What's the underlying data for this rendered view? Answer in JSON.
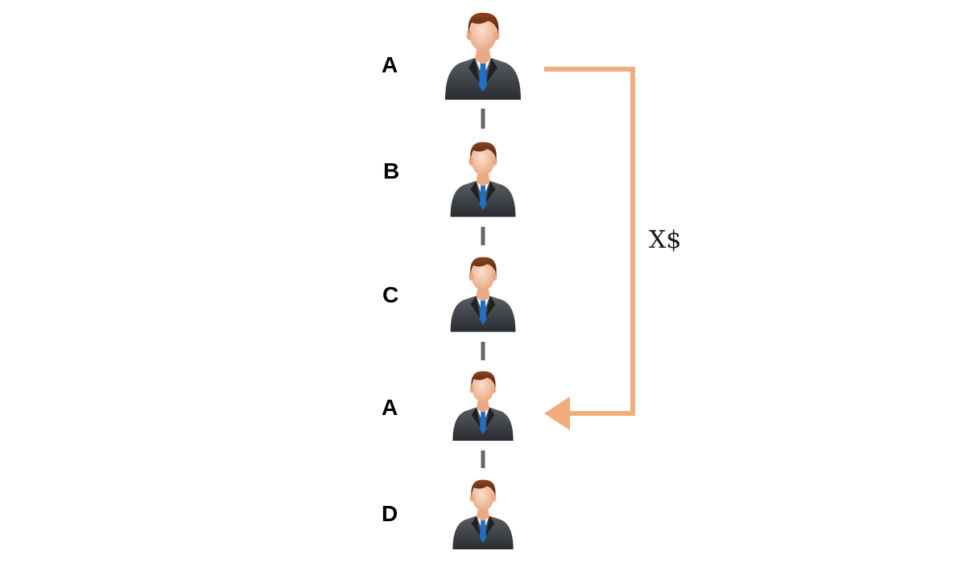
{
  "nodes": [
    {
      "label": "A",
      "icon": "businessman-icon"
    },
    {
      "label": "B",
      "icon": "businessman-icon"
    },
    {
      "label": "C",
      "icon": "businessman-icon"
    },
    {
      "label": "A",
      "icon": "businessman-icon"
    },
    {
      "label": "D",
      "icon": "businessman-icon"
    }
  ],
  "transfer": {
    "amount_label": "X$",
    "from_node": 0,
    "to_node": 3,
    "color": "#f2ad7e"
  },
  "colors": {
    "suit": "#3a3d42",
    "tie": "#1f6fc5",
    "hair": "#6b2f12",
    "skin": "#f3c7a8",
    "connector": "#666666"
  }
}
